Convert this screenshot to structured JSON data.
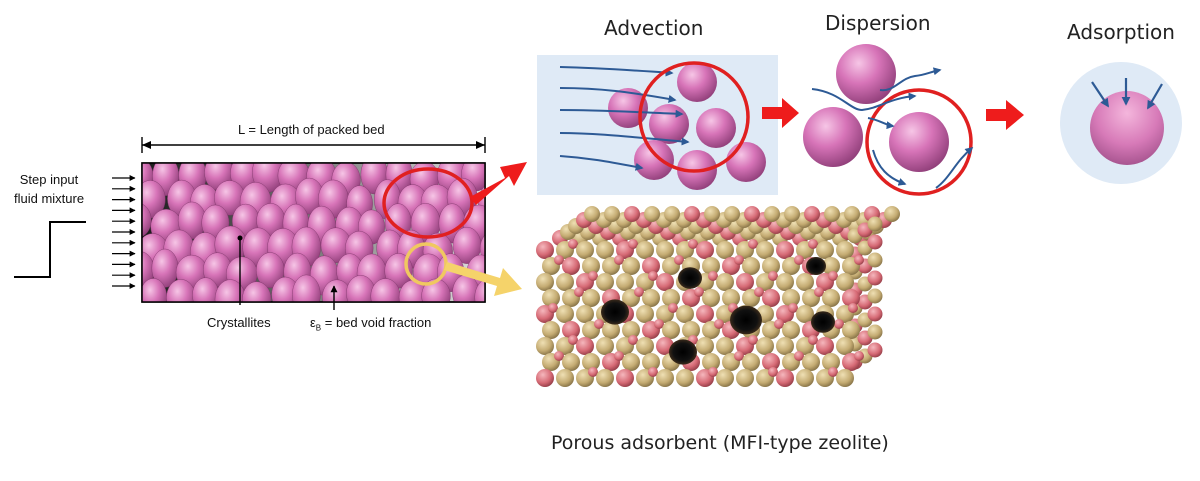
{
  "packed_bed": {
    "step_input_line1": "Step input",
    "step_input_line2": "fluid mixture",
    "length_label": "L = Length of packed bed",
    "crystallites_label": "Crystallites",
    "void_fraction_symbol": "ε",
    "void_fraction_subscript": "B",
    "void_fraction_text": " = bed void fraction"
  },
  "stages": {
    "advection": "Advection",
    "dispersion": "Dispersion",
    "adsorption": "Adsorption"
  },
  "zeolite": {
    "caption": "Porous adsorbent (MFI-type zeolite)"
  },
  "colors": {
    "sphere": "#d774b8",
    "sphere_highlight": "#f2b4dd",
    "flow_arrow": "#2d5a95",
    "highlight_circle": "#e02020",
    "block_arrow": "#ee1c1c",
    "zoom_arrow": "#f5d36a",
    "zeolite_tan": "#c9b27a",
    "zeolite_pink": "#d9727c",
    "panel_bg": "#dfeaf6"
  }
}
